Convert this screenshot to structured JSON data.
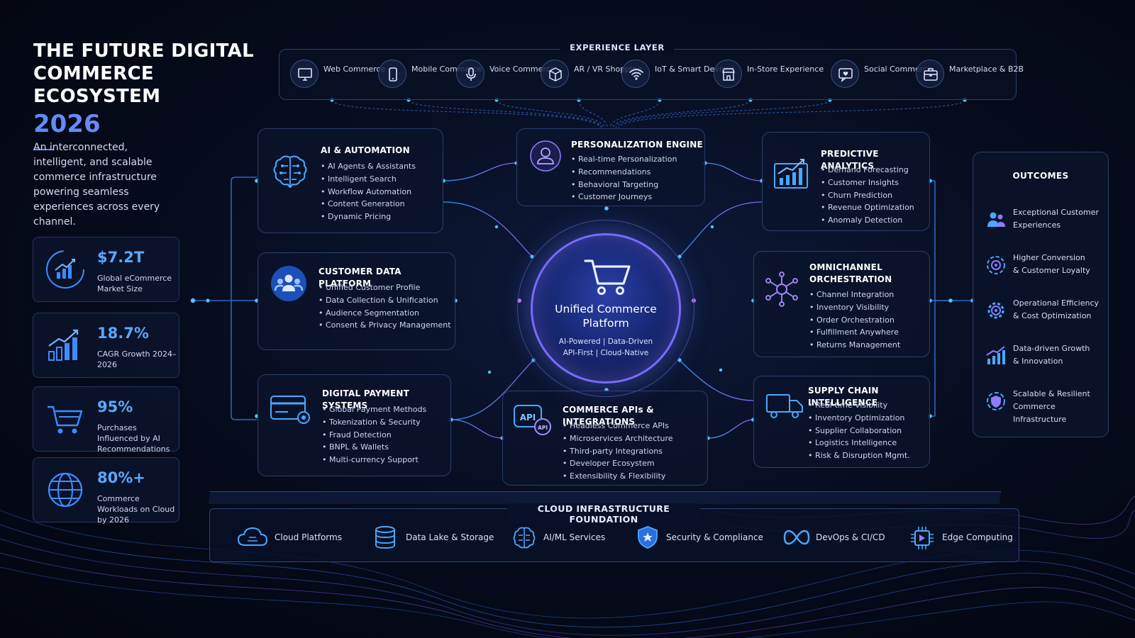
{
  "title": {
    "line1": "THE FUTURE DIGITAL",
    "line2": "COMMERCE ECOSYSTEM",
    "year": "2026"
  },
  "intro": "An interconnected, intelligent, and scalable commerce infrastructure powering seamless experiences across every channel.",
  "stats": [
    {
      "value": "$7.2T",
      "label": "Global eCommerce Market Size",
      "icon": "growth-gauge-icon"
    },
    {
      "value": "18.7%",
      "label": "CAGR Growth 2024–2026",
      "icon": "bar-growth-icon"
    },
    {
      "value": "95%",
      "label": "Purchases Influenced by AI Recommendations",
      "icon": "cart-icon"
    },
    {
      "value": "80%+",
      "label": "Commerce Workloads on Cloud by 2026",
      "icon": "globe-icon"
    }
  ],
  "experience_layer": {
    "title": "EXPERIENCE LAYER",
    "items": [
      {
        "label": "Web Commerce",
        "icon": "monitor-icon"
      },
      {
        "label": "Mobile Commerce",
        "icon": "mobile-icon"
      },
      {
        "label": "Voice Commerce",
        "icon": "microphone-icon"
      },
      {
        "label": "AR / VR Shopping",
        "icon": "cube-icon"
      },
      {
        "label": "IoT & Smart Devices",
        "icon": "wifi-icon"
      },
      {
        "label": "In-Store Experience",
        "icon": "store-icon"
      },
      {
        "label": "Social Commerce",
        "icon": "social-heart-icon"
      },
      {
        "label": "Marketplace & B2B",
        "icon": "briefcase-icon"
      }
    ]
  },
  "modules": {
    "ai": {
      "title": "AI & AUTOMATION",
      "icon": "brain-icon",
      "items": [
        "AI Agents & Assistants",
        "Intelligent Search",
        "Workflow Automation",
        "Content Generation",
        "Dynamic Pricing"
      ]
    },
    "personalization": {
      "title": "PERSONALIZATION ENGINE",
      "icon": "user-icon",
      "items": [
        "Real-time Personalization",
        "Recommendations",
        "Behavioral Targeting",
        "Customer Journeys"
      ]
    },
    "predictive": {
      "title": "PREDICTIVE ANALYTICS",
      "icon": "chart-icon",
      "items": [
        "Demand Forecasting",
        "Customer Insights",
        "Churn Prediction",
        "Revenue Optimization",
        "Anomaly Detection"
      ]
    },
    "cdp": {
      "title": "CUSTOMER DATA PLATFORM",
      "icon": "people-icon",
      "items": [
        "Unified Customer Profile",
        "Data Collection & Unification",
        "Audience Segmentation",
        "Consent & Privacy Management"
      ]
    },
    "omni": {
      "title": "OMNICHANNEL ORCHESTRATION",
      "title1": "OMNICHANNEL",
      "title2": "ORCHESTRATION",
      "icon": "network-icon",
      "items": [
        "Channel Integration",
        "Inventory Visibility",
        "Order Orchestration",
        "Fulfillment Anywhere",
        "Returns Management"
      ]
    },
    "payments": {
      "title": "DIGITAL PAYMENT SYSTEMS",
      "icon": "card-icon",
      "items": [
        "Global Payment Methods",
        "Tokenization & Security",
        "Fraud Detection",
        "BNPL & Wallets",
        "Multi-currency Support"
      ]
    },
    "apis": {
      "title": "COMMERCE APIs & INTEGRATIONS",
      "icon": "api-icon",
      "icon_text": "API",
      "icon_text_small": "API",
      "items": [
        "Headless Commerce APIs",
        "Microservices Architecture",
        "Third-party Integrations",
        "Developer Ecosystem",
        "Extensibility & Flexibility"
      ]
    },
    "supply": {
      "title": "SUPPLY CHAIN INTELLIGENCE",
      "icon": "truck-icon",
      "items": [
        "Real-time Visibility",
        "Inventory Optimization",
        "Supplier Collaboration",
        "Logistics Intelligence",
        "Risk & Disruption Mgmt."
      ]
    }
  },
  "hub": {
    "title_line1": "Unified Commerce",
    "title_line2": "Platform",
    "sub_line1": "AI-Powered | Data-Driven",
    "sub_line2": "API-First | Cloud-Native",
    "icon": "cart-icon"
  },
  "outcomes": {
    "title": "OUTCOMES",
    "items": [
      {
        "line1": "Exceptional Customer",
        "line2": "Experiences",
        "icon": "customers-icon"
      },
      {
        "line1": "Higher Conversion",
        "line2": "& Customer Loyalty",
        "icon": "target-icon"
      },
      {
        "line1": "Operational Efficiency",
        "line2": "& Cost Optimization",
        "icon": "cog-icon"
      },
      {
        "line1": "Data-driven Growth",
        "line2": "& Innovation",
        "icon": "growth-icon"
      },
      {
        "line1": "Scalable & Resilient",
        "line2": "Commerce Infrastructure",
        "icon": "shield-network-icon"
      }
    ]
  },
  "cloud": {
    "title": "CLOUD INFRASTRUCTURE FOUNDATION",
    "items": [
      {
        "label": "Cloud Platforms",
        "icon": "cloud-icon"
      },
      {
        "label": "Data Lake & Storage",
        "icon": "database-icon"
      },
      {
        "label": "AI/ML Services",
        "icon": "ai-brain-icon"
      },
      {
        "label": "Security & Compliance",
        "icon": "shield-icon"
      },
      {
        "label": "DevOps & CI/CD",
        "icon": "infinity-icon"
      },
      {
        "label": "Edge Computing",
        "icon": "chip-icon"
      }
    ]
  },
  "colors": {
    "accent_blue": "#5aa8ff",
    "accent_violet": "#8a6bff",
    "background": "#060b1c",
    "card_border": "#2a3d6a"
  }
}
